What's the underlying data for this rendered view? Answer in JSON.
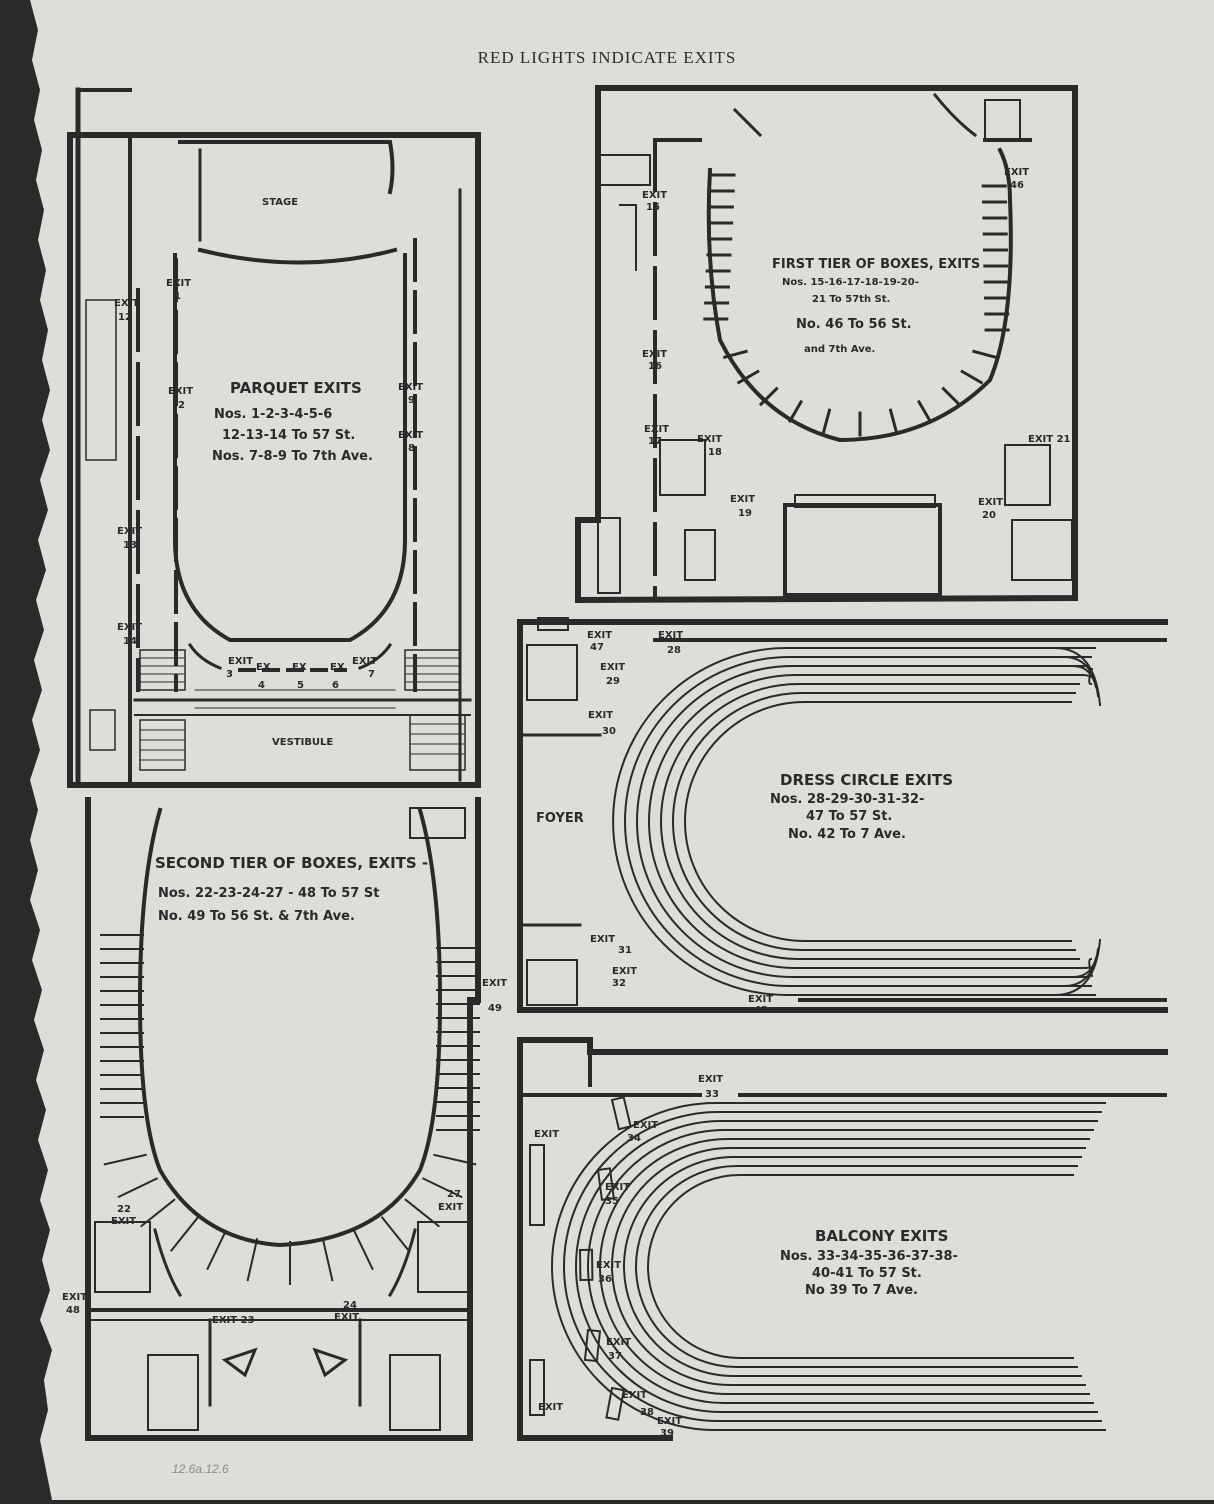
{
  "header": {
    "title": "RED LIGHTS INDICATE EXITS"
  },
  "colors": {
    "paper": "#dcdfd8",
    "ink": "#2a2a2a",
    "background": "#2a2a2a"
  },
  "parquet": {
    "stage": "STAGE",
    "vestibule": "VESTIBULE",
    "caption": [
      "PARQUET EXITS",
      "Nos. 1-2-3-4-5-6",
      "12-13-14 To 57 St.",
      "Nos. 7-8-9 To 7th Ave."
    ],
    "exits": [
      {
        "w": "EXIT",
        "n": "1"
      },
      {
        "w": "EXIT",
        "n": "12"
      },
      {
        "w": "EXIT",
        "n": "2"
      },
      {
        "w": "EXIT",
        "n": "9"
      },
      {
        "w": "EXIT",
        "n": "8"
      },
      {
        "w": "EXIT",
        "n": "13"
      },
      {
        "w": "EXIT",
        "n": "14"
      },
      {
        "w": "EXIT",
        "n": "3"
      },
      {
        "w": "EX",
        "n": "4"
      },
      {
        "w": "EX",
        "n": "5"
      },
      {
        "w": "EX",
        "n": "6"
      },
      {
        "w": "EXIT",
        "n": "7"
      }
    ]
  },
  "first_tier": {
    "caption": [
      "FIRST TIER OF BOXES, EXITS",
      "Nos. 15-16-17-18-19-20-",
      "21 To 57th St.",
      "No. 46 To 56 St.",
      "and 7th Ave."
    ],
    "exits": [
      {
        "w": "EXIT",
        "n": "15"
      },
      {
        "w": "EXIT",
        "n": "16"
      },
      {
        "w": "EXIT",
        "n": "17"
      },
      {
        "w": "EXIT",
        "n": "18"
      },
      {
        "w": "EXIT",
        "n": "19"
      },
      {
        "w": "EXIT",
        "n": "46"
      },
      {
        "w": "EXIT 21",
        "n": ""
      },
      {
        "w": "EXIT",
        "n": "20"
      }
    ]
  },
  "second_tier": {
    "caption": [
      "SECOND TIER OF BOXES, EXITS -",
      "Nos. 22-23-24-27 - 48 To 57 St",
      "No. 49 To 56 St. & 7th Ave."
    ],
    "exits": [
      {
        "w": "EXIT",
        "n": "49"
      },
      {
        "w": "22",
        "n": "EXIT"
      },
      {
        "w": "27",
        "n": "EXIT"
      },
      {
        "w": "EXIT",
        "n": "48"
      },
      {
        "w": "EXIT 23",
        "n": ""
      },
      {
        "w": "24",
        "n": "EXIT"
      }
    ]
  },
  "dress_circle": {
    "foyer": "FOYER",
    "caption": [
      "DRESS CIRCLE EXITS",
      "Nos. 28-29-30-31-32-",
      "47 To 57 St.",
      "No. 42 To 7 Ave."
    ],
    "exits": [
      {
        "w": "EXIT",
        "n": "47"
      },
      {
        "w": "EXIT",
        "n": "28"
      },
      {
        "w": "EXIT",
        "n": "29"
      },
      {
        "w": "EXIT",
        "n": "30"
      },
      {
        "w": "EXIT",
        "n": "31"
      },
      {
        "w": "EXIT",
        "n": "32"
      },
      {
        "w": "EXIT",
        "n": "42"
      }
    ]
  },
  "balcony": {
    "caption": [
      "BALCONY EXITS",
      "Nos. 33-34-35-36-37-38-",
      "40-41 To 57 St.",
      "No 39 To 7 Ave."
    ],
    "exits": [
      {
        "w": "EXIT",
        "n": "33"
      },
      {
        "w": "EXIT",
        "n": ""
      },
      {
        "w": "EXIT",
        "n": "34"
      },
      {
        "w": "EXIT",
        "n": "35"
      },
      {
        "w": "EXIT",
        "n": "36"
      },
      {
        "w": "EXIT",
        "n": "37"
      },
      {
        "w": "EXIT",
        "n": "38"
      },
      {
        "w": "EXIT",
        "n": "39"
      },
      {
        "w": "EXIT",
        "n": ""
      }
    ]
  },
  "footer": {
    "handwritten_note": "12.6a.12.6"
  }
}
